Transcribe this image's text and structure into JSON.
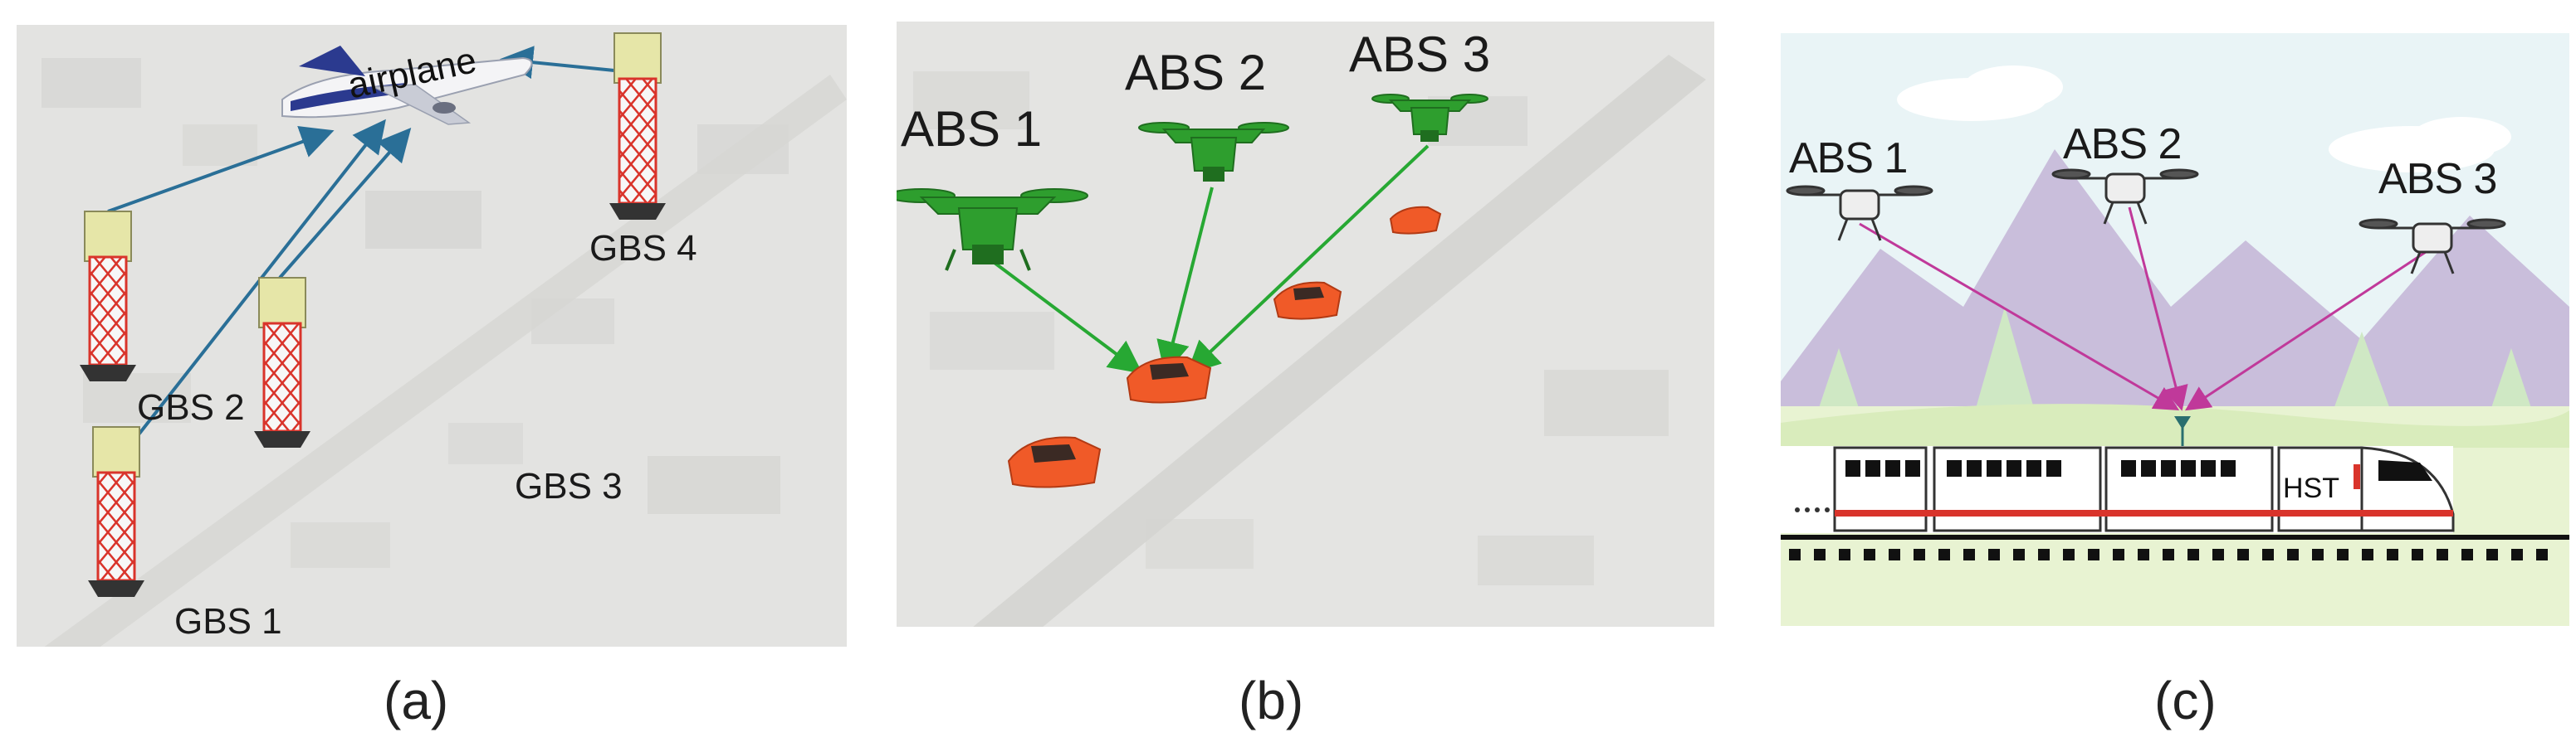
{
  "panels": {
    "a": {
      "caption": "(a)",
      "airplane_label": "airplane",
      "towers": [
        "GBS 1",
        "GBS 2",
        "GBS 3",
        "GBS 4"
      ]
    },
    "b": {
      "caption": "(b)",
      "drones": [
        "ABS 1",
        "ABS 2",
        "ABS 3"
      ]
    },
    "c": {
      "caption": "(c)",
      "drones": [
        "ABS 1",
        "ABS 2",
        "ABS 3"
      ],
      "train_label": "HST"
    }
  },
  "colors": {
    "link_a": "#2a6f97",
    "link_b": "#27a833",
    "link_c": "#c0399a",
    "tower": "#d9342b",
    "car": "#f05a28",
    "drone_green": "#2e9e2e"
  },
  "icons": [
    "airplane-icon",
    "cell-tower-icon",
    "drone-icon",
    "car-icon",
    "train-icon",
    "antenna-icon"
  ]
}
